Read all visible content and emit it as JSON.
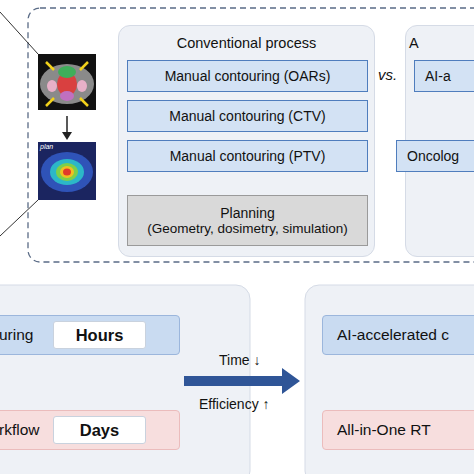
{
  "diagram": {
    "nodes": [
      {
        "text": [
          "Conventional process"
        ]
      },
      {
        "text": [
          "Manual contouring (OARs)"
        ],
        "in": 0
      },
      {
        "text": [
          "Manual contouring (CTV)"
        ],
        "in": 0
      },
      {
        "text": [
          "Manual contouring (PTV)"
        ],
        "in": 0
      },
      {
        "text": [
          "Planning",
          "(Geometry, dosimetry, simulation)"
        ],
        "in": 0
      },
      {
        "text": [
          "A"
        ]
      },
      {
        "text": [
          "AI-a"
        ],
        "in": 5
      },
      {
        "text": [
          "Oncolog"
        ],
        "in": 5
      },
      {
        "text": [
          "uring"
        ]
      },
      {
        "text": [
          "Hours"
        ],
        "in": 8
      },
      {
        "text": [
          "rkflow"
        ]
      },
      {
        "text": [
          "Days"
        ],
        "in": 10
      },
      {
        "text": [
          "AI-accelerated c"
        ]
      },
      {
        "text": [
          "All-in-One RT"
        ]
      }
    ],
    "edges": [
      {
        "from": 3,
        "to": 4,
        "arrow": "to"
      }
    ],
    "labels": [
      "vs.",
      "plan",
      "Time ↓",
      "Efficiency ↑"
    ]
  }
}
